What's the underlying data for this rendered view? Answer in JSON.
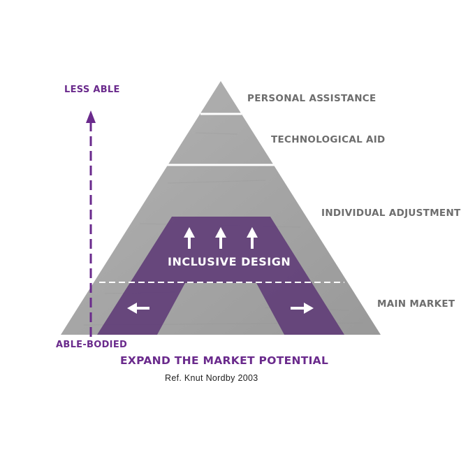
{
  "colors": {
    "pyramid": "#a8a8a8",
    "pyramid_dark": "#959595",
    "purple": "#6a2a8c",
    "band": "#5e3a76",
    "tier_text": "#6d6d6d",
    "divider": "#ffffff"
  },
  "axis": {
    "top_label": "LESS ABLE",
    "bottom_label": "ABLE-BODIED"
  },
  "tiers": [
    {
      "label": "PERSONAL ASSISTANCE"
    },
    {
      "label": "TECHNOLOGICAL AID"
    },
    {
      "label": "INDIVIDUAL ADJUSTMENT"
    },
    {
      "label": "MAIN MARKET"
    }
  ],
  "band": {
    "label": "INCLUSIVE DESIGN",
    "arrow_icons": [
      "up-arrow-icon",
      "up-arrow-icon",
      "up-arrow-icon",
      "left-arrow-icon",
      "right-arrow-icon"
    ]
  },
  "footer": {
    "title": "EXPAND THE MARKET POTENTIAL",
    "reference": "Ref. Knut Nordby 2003"
  }
}
